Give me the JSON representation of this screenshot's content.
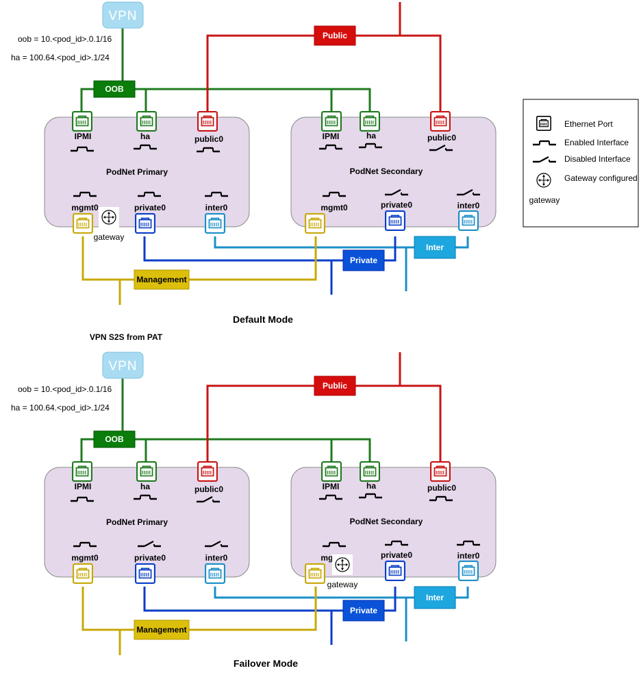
{
  "colors": {
    "oob": "#1f7a1f",
    "oob_fill": "#0a7d0a",
    "public": "#c81414",
    "public_fill": "#d60d0d",
    "private": "#0a3dc8",
    "private_fill": "#0a52d8",
    "inter": "#1a8fc8",
    "inter_fill": "#1ea6de",
    "management": "#c8a80a",
    "management_fill": "#dcbf0a",
    "pod_fill": "#e4d8ea",
    "pod_stroke": "#8a8a8a",
    "vpn_fill": "#a9dcf2"
  },
  "legend": {
    "ethernet_port": "Ethernet Port",
    "enabled_interface": "Enabled Interface",
    "disabled_interface": "Disabled Interface",
    "gateway_configured": "Gateway configured",
    "gateway_label": "gateway"
  },
  "default_mode": {
    "title": "Default Mode",
    "vpn_label": "VPN",
    "oob_cidr": "oob = 10.<pod_id>.0.1/16",
    "ha_cidr": "ha = 100.64.<pod_id>.1/24",
    "networks": {
      "oob": "OOB",
      "public": "Public",
      "private": "Private",
      "inter": "Inter",
      "management": "Management"
    },
    "gateway_label": "gateway",
    "primary": {
      "name": "PodNet Primary",
      "ports": {
        "ipmi": "IPMI",
        "ha": "ha",
        "public0": "public0",
        "mgmt0": "mgmt0",
        "private0": "private0",
        "inter0": "inter0"
      },
      "enabled": {
        "ipmi": true,
        "ha": true,
        "public0": true,
        "mgmt0": true,
        "private0": true,
        "inter0": true
      }
    },
    "secondary": {
      "name": "PodNet Secondary",
      "ports": {
        "ipmi": "IPMI",
        "ha": "ha",
        "public0": "public0",
        "mgmt0": "mgmt0",
        "private0": "private0",
        "inter0": "inter0"
      },
      "enabled": {
        "ipmi": true,
        "ha": true,
        "public0": false,
        "mgmt0": true,
        "private0": false,
        "inter0": false
      }
    }
  },
  "failover_mode": {
    "title": "Failover Mode",
    "vpn_caption": "VPN S2S from PAT",
    "vpn_label": "VPN",
    "oob_cidr": "oob = 10.<pod_id>.0.1/16",
    "ha_cidr": "ha = 100.64.<pod_id>.1/24",
    "networks": {
      "oob": "OOB",
      "public": "Public",
      "private": "Private",
      "inter": "Inter",
      "management": "Management"
    },
    "gateway_label": "gateway",
    "primary": {
      "name": "PodNet Primary",
      "ports": {
        "ipmi": "IPMI",
        "ha": "ha",
        "public0": "public0",
        "mgmt0": "mgmt0",
        "private0": "private0",
        "inter0": "inter0"
      },
      "enabled": {
        "ipmi": true,
        "ha": true,
        "public0": false,
        "mgmt0": true,
        "private0": false,
        "inter0": false
      }
    },
    "secondary": {
      "name": "PodNet Secondary",
      "ports": {
        "ipmi": "IPMI",
        "ha": "ha",
        "public0": "public0",
        "mgmt0": "mgmt0",
        "private0": "private0",
        "inter0": "inter0"
      },
      "enabled": {
        "ipmi": true,
        "ha": true,
        "public0": true,
        "mgmt0": true,
        "private0": true,
        "inter0": true
      }
    }
  }
}
